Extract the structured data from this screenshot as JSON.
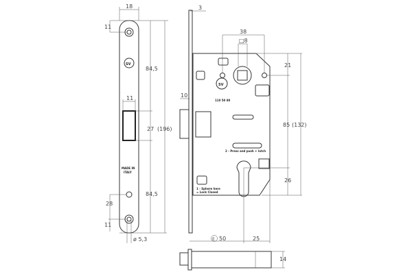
{
  "faceplate": {
    "width": "18",
    "top_hole_offset": "11",
    "upper_length": "84,5",
    "latch_width": "11",
    "latch_height": "27",
    "total_length": "(196)",
    "lower_length": "84,5",
    "hole_spacing": "28",
    "bottom_hole_offset": "11",
    "hole_diameter": "ø 5,3",
    "made_in_line1": "MADE IN",
    "made_in_line2": "ITALY",
    "logo": "SV"
  },
  "lock_body": {
    "plate_thickness": "3",
    "latch_projection": "10",
    "follower_distance": "38",
    "follower_square": "□8",
    "top_offset": "21",
    "center_distance": "85",
    "body_height": "(132)",
    "cylinder_offset": "26",
    "backset_symbol": "E",
    "backset": "50",
    "cylinder_to_edge": "25",
    "logo": "SV",
    "serial": "110 50 80",
    "instruction_2": "2 - Press and push + latch",
    "instruction_1a": "1 - Sphere here",
    "instruction_1b": "= Lock Closed"
  },
  "bottom_view": {
    "thickness": "14"
  }
}
